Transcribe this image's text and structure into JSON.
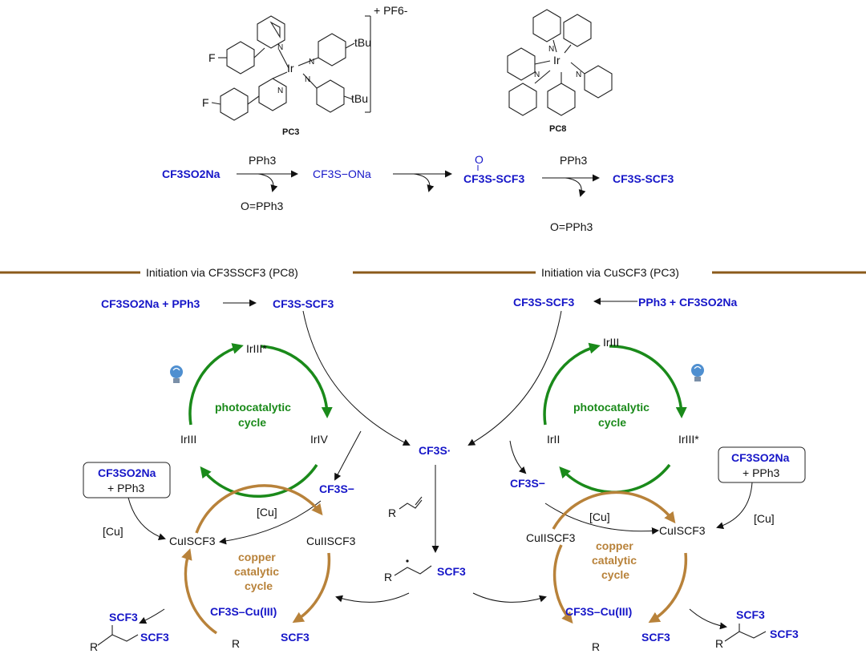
{
  "catalysts": {
    "pc3": {
      "label": "PC3",
      "metal": "Ir",
      "counterion": "+ PF6-",
      "substituents": [
        "F",
        "F",
        "tBu",
        "tBu"
      ],
      "n_labels": [
        "N",
        "N",
        "N",
        "N"
      ]
    },
    "pc8": {
      "label": "PC8",
      "metal": "Ir",
      "n_labels": [
        "N",
        "N",
        "N"
      ]
    }
  },
  "top_scheme": {
    "start": "CF3SO2Na",
    "reagent1": "PPh3",
    "byproduct1": "O=PPh3",
    "intermediate1": "CF3S−ONa",
    "intermediate2_oxo": "O",
    "intermediate2": "CF3S-SCF3",
    "reagent2": "PPh3",
    "byproduct2": "O=PPh3",
    "product": "CF3S-SCF3"
  },
  "sections": {
    "left_header": "Initiation via CF3SSCF3 (PC8)",
    "right_header": "Initiation via CuSCF3 (PC3)"
  },
  "left": {
    "reaction": "CF3SO2Na + PPh3",
    "product": "CF3S-SCF3",
    "photo_cycle": {
      "title_line1": "photocatalytic",
      "title_line2": "cycle",
      "top": "IrIII*",
      "right": "IrIV",
      "left": "IrIII"
    },
    "anion": "CF3S−",
    "box_line1": "CF3SO2Na",
    "box_line2": "+ PPh3",
    "cu_label_left": "[Cu]",
    "cu_label_mid": "[Cu]",
    "copper_cycle": {
      "title_line1": "copper",
      "title_line2": "catalytic",
      "title_line3": "cycle",
      "left": "CuISCF3",
      "right": "CuIISCF3",
      "bottom": "CF3S–Cu(III)"
    },
    "product_label": "SCF3 / SCF3"
  },
  "center": {
    "radical": "CF3S·",
    "alkene_substituent": "R",
    "radical_adduct": "SCF3"
  },
  "right": {
    "reaction": "PPh3 + CF3SO2Na",
    "product": "CF3S-SCF3",
    "photo_cycle": {
      "title_line1": "photocatalytic",
      "title_line2": "cycle",
      "top": "IrIII",
      "right": "IrIII*",
      "left": "IrII"
    },
    "anion": "CF3S−",
    "box_line1": "CF3SO2Na",
    "box_line2": "+ PPh3",
    "cu_label_right": "[Cu]",
    "cu_label_mid": "[Cu]",
    "copper_cycle": {
      "title_line1": "copper",
      "title_line2": "catalytic",
      "title_line3": "cycle",
      "left": "CuIISCF3",
      "right": "CuISCF3",
      "bottom": "CF3S–Cu(III)"
    }
  },
  "colors": {
    "blue": "#1616c8",
    "green": "#1a8a1a",
    "copper": "#b8823a",
    "rule": "#8b5a1b",
    "bulb": "#4f8fd0"
  }
}
